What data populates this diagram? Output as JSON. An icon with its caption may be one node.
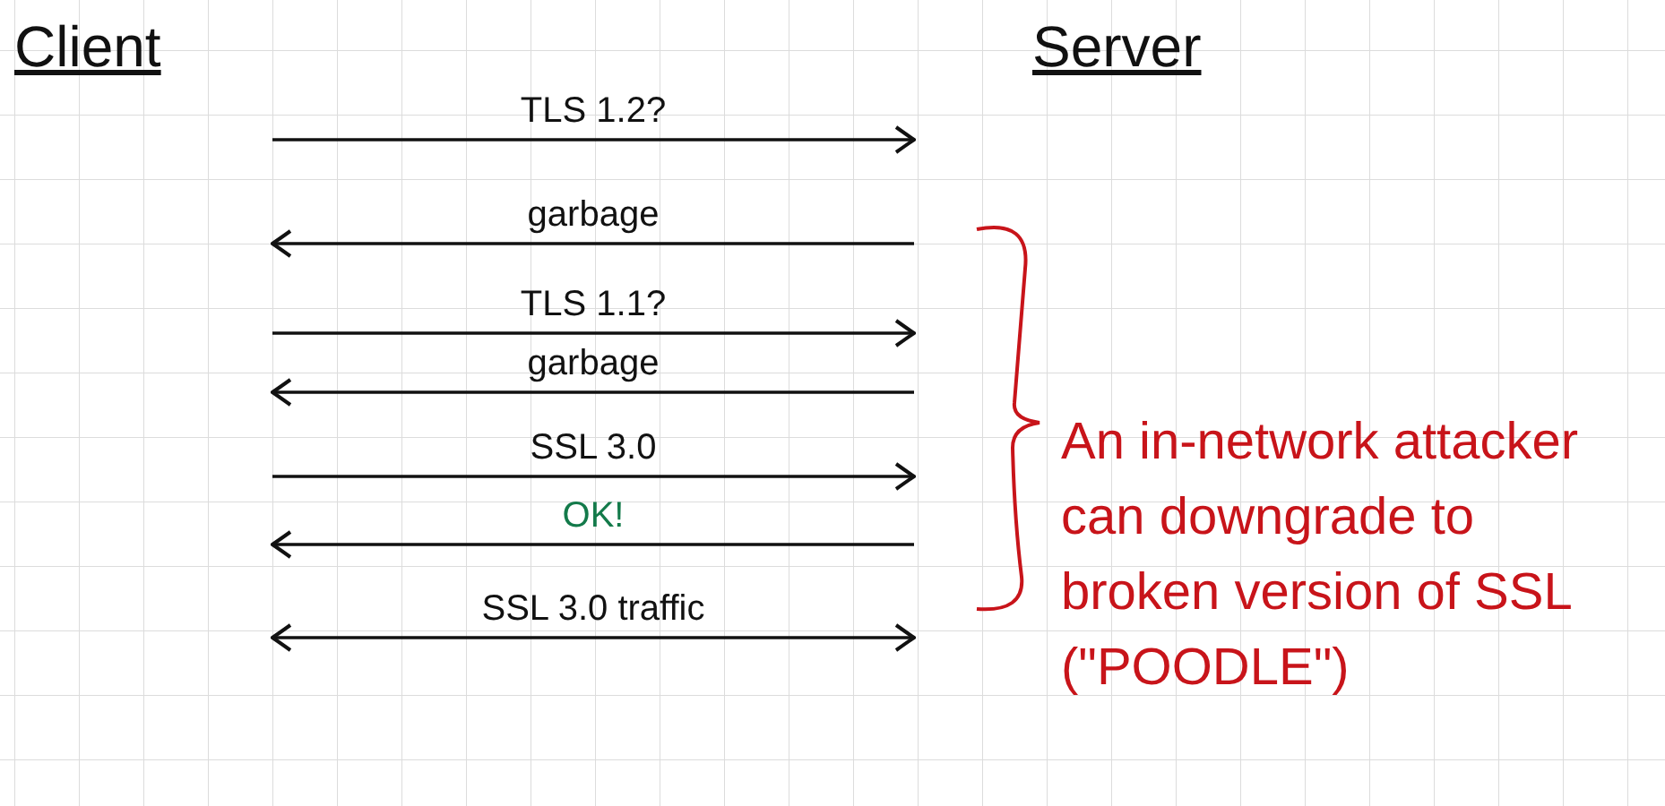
{
  "diagram": {
    "labels": [
      "Client",
      "Server",
      "TLS 1.2?",
      "garbage",
      "TLS 1.1?",
      "garbage",
      "SSL 3.0",
      "OK!",
      "SSL 3.0 traffic",
      "An in-network attacker can downgrade to broken version of SSL (\"POODLE\")"
    ]
  }
}
